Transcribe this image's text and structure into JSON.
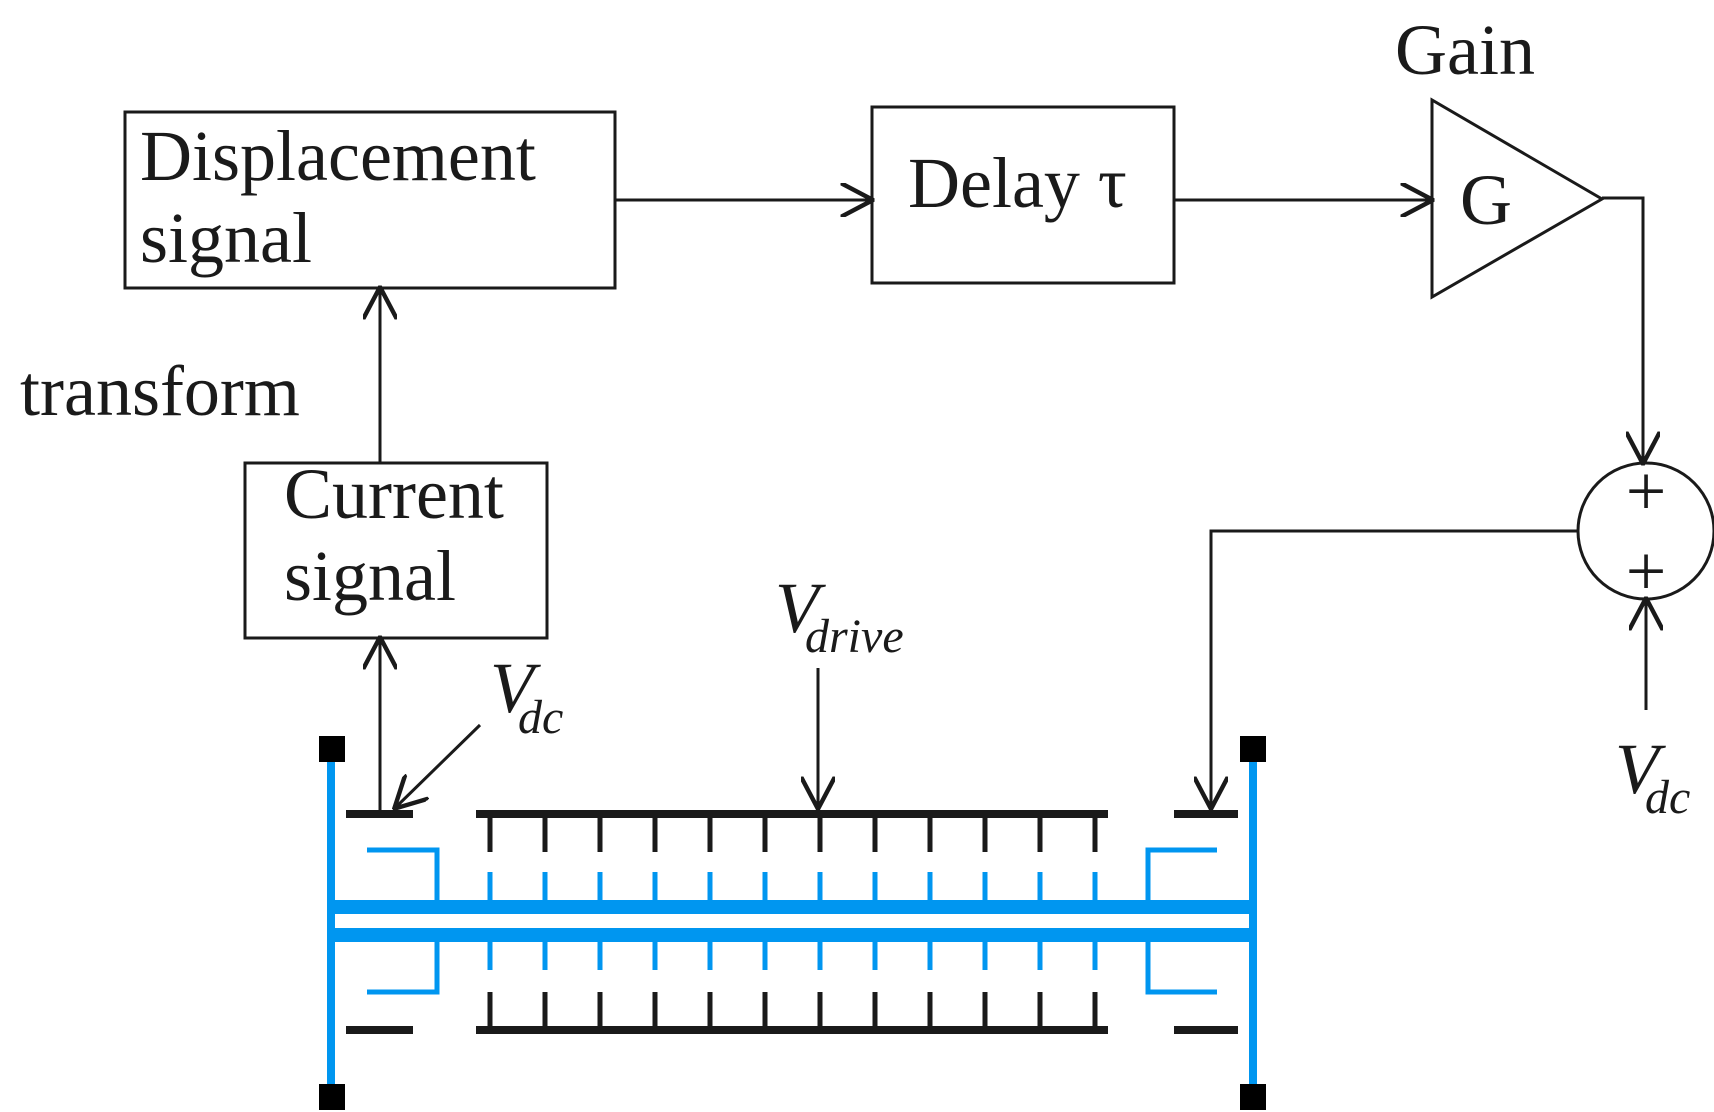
{
  "blocks": {
    "displacement": {
      "line1": "Displacement",
      "line2": "signal"
    },
    "delay": {
      "label": "Delay τ"
    },
    "gain": {
      "title": "Gain",
      "symbol": "G"
    },
    "current": {
      "line1": "Current",
      "line2": "signal"
    },
    "summer": {
      "top_sign": "+",
      "bottom_sign": "+"
    }
  },
  "labels": {
    "transform": "transform",
    "vdrive": {
      "main": "V",
      "sub": "drive"
    },
    "vdc_left": {
      "main": "V",
      "sub": "dc"
    },
    "vdc_right": {
      "main": "V",
      "sub": "dc"
    }
  },
  "colors": {
    "line": "#1a1a1a",
    "resonator": "#0096f0",
    "anchor": "#000000"
  }
}
